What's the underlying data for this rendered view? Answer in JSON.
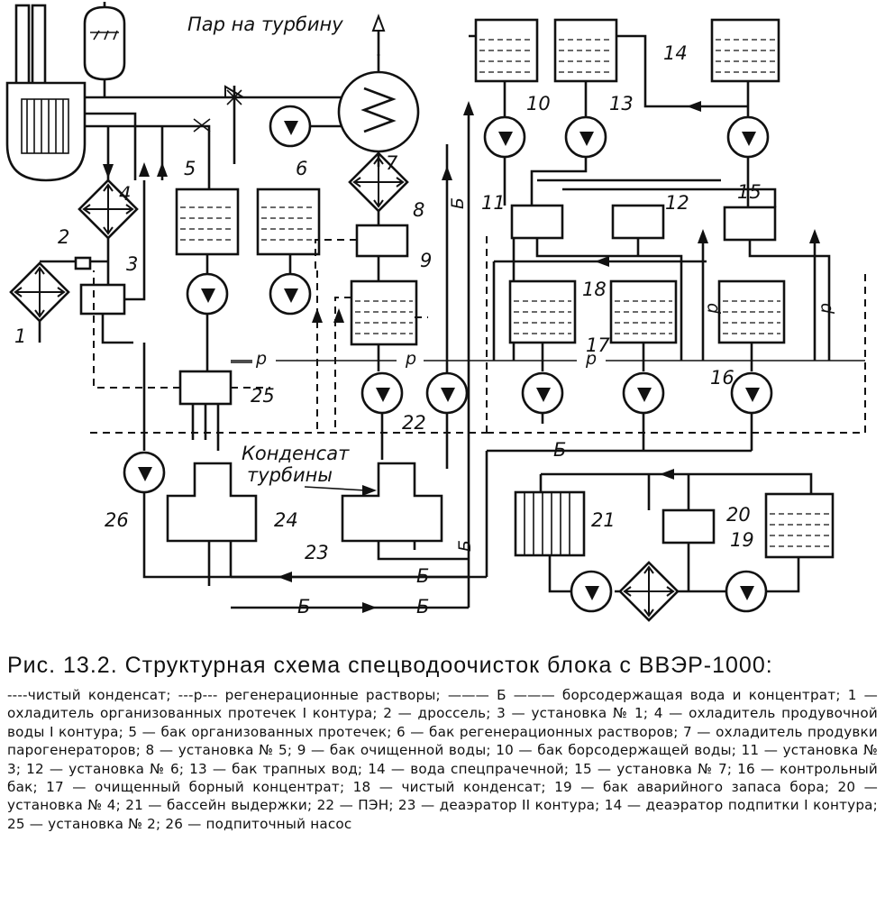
{
  "diagram": {
    "steam_label": "Пар на турбину",
    "condensate_label_line1": "Конденсат",
    "condensate_label_line2": "турбины",
    "line_p": "p",
    "line_b": "Б",
    "numbers": [
      "1",
      "2",
      "3",
      "4",
      "5",
      "6",
      "7",
      "8",
      "9",
      "10",
      "11",
      "12",
      "13",
      "14",
      "15",
      "16",
      "17",
      "18",
      "19",
      "20",
      "21",
      "22",
      "23",
      "24",
      "25",
      "26"
    ]
  },
  "caption": {
    "title": "Рис. 13.2. Структурная схема спецводоочисток блока с ВВЭР-1000:",
    "text": "----чистый конденсат; ---р--- регенерационные растворы; ——— Б ——— борсодержащая вода и концентрат; 1 — охладитель организованных протечек I контура; 2 — дроссель; 3 — установка № 1; 4 — охладитель продувочной воды I контура; 5 — бак организованных протечек; 6 — бак регенерационных растворов; 7 — охладитель продувки парогенераторов; 8 — установка № 5; 9 — бак очищенной воды; 10 — бак борсодержащей воды; 11 — установка № 3; 12 — установка № 6; 13 — бак трапных вод; 14 — вода спецпрачечной; 15 — установка № 7; 16 — контрольный бак; 17 — очищенный борный концентрат; 18 — чистый конденсат; 19 — бак аварийного запаса бора; 20 — установка № 4; 21 — бассейн выдержки; 22 — ПЭН; 23 — деаэратор II контура; 14 — деаэратор подпитки I контура; 25 — установка № 2; 26 — подпиточный насос"
  }
}
